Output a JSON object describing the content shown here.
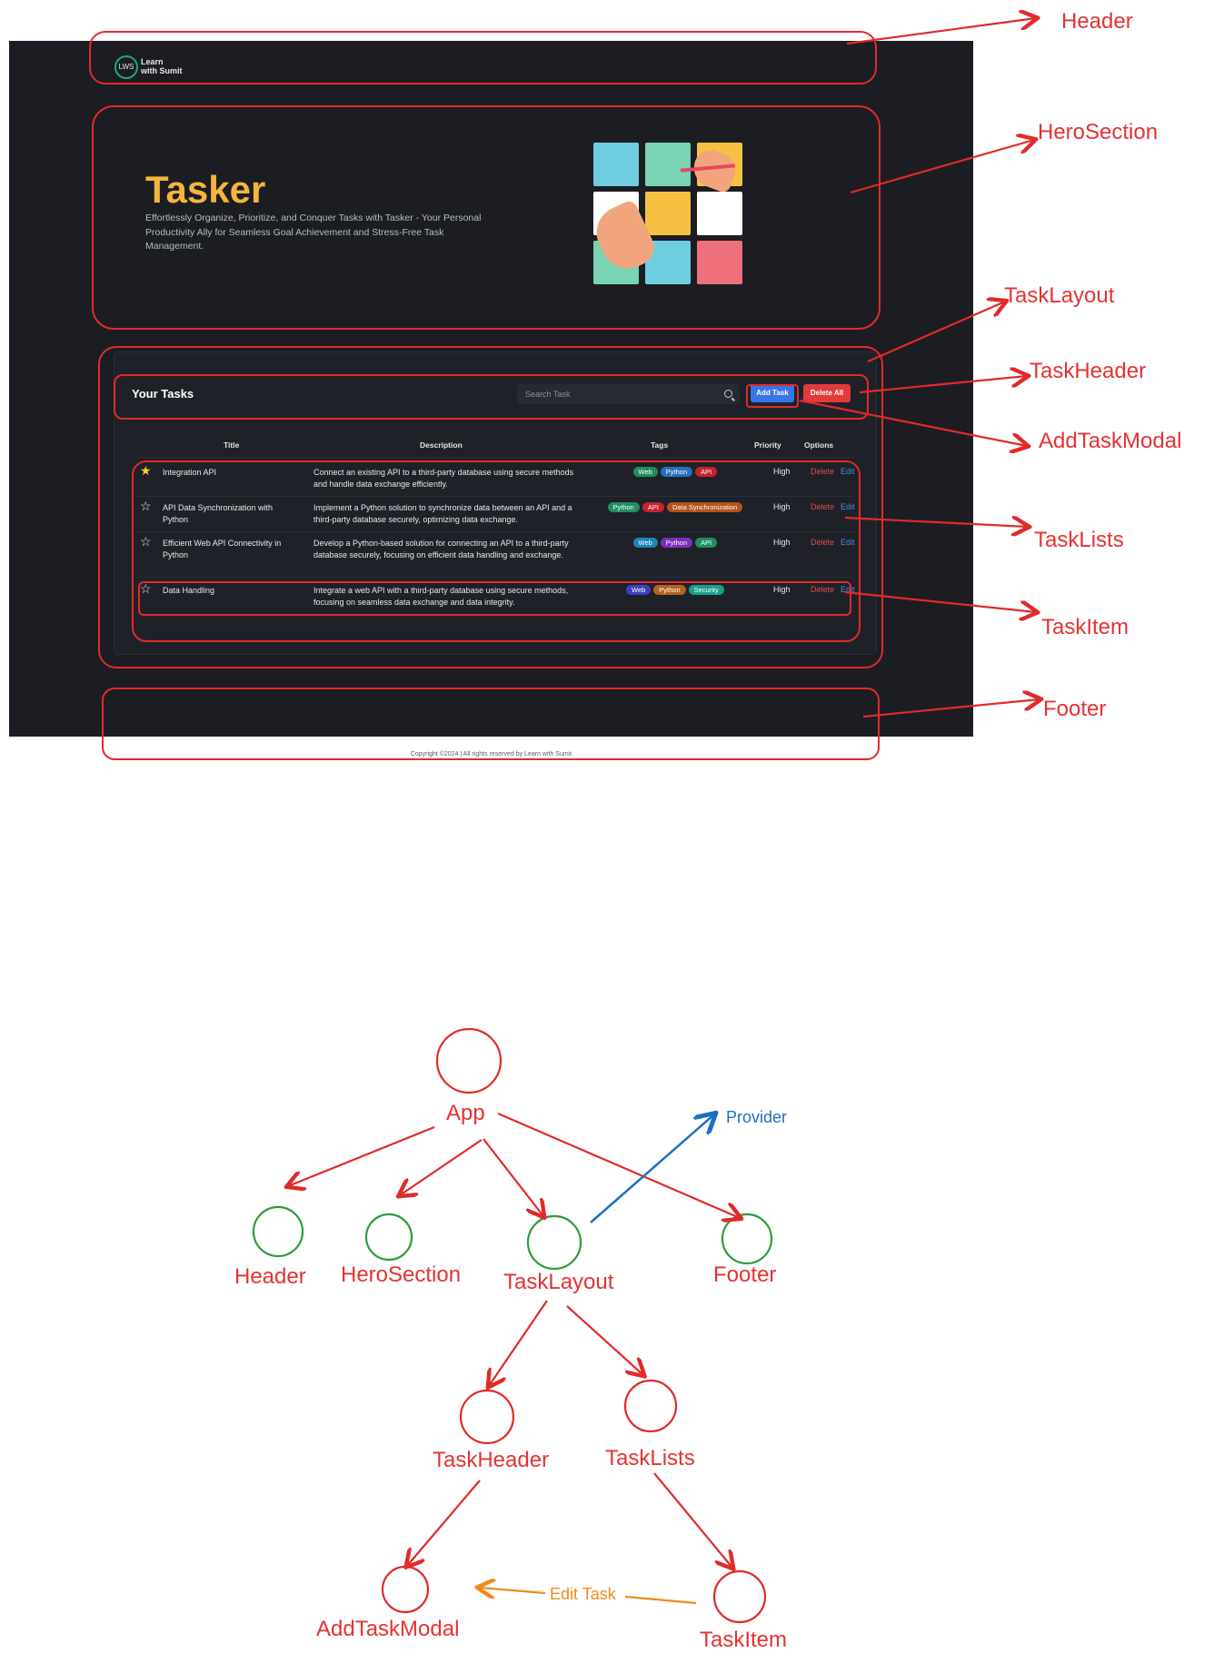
{
  "app": {
    "logo_text": "Learn\nwith Sumit",
    "hero": {
      "title": "Tasker",
      "subtitle": "Effortlessly Organize, Prioritize, and Conquer Tasks with Tasker - Your Personal Productivity Ally for Seamless Goal Achievement and Stress-Free Task Management."
    },
    "tasks": {
      "heading": "Your Tasks",
      "search_placeholder": "Search Task",
      "add_label": "Add Task",
      "delete_all_label": "Delete All",
      "columns": [
        "Title",
        "Description",
        "Tags",
        "Priority",
        "Options"
      ],
      "rows": [
        {
          "title": "Integration API",
          "description": "Connect an existing API to a third-party database using secure methods and handle data exchange efficiently.",
          "tags": [
            {
              "name": "Web",
              "color": "#1f8f5e"
            },
            {
              "name": "Python",
              "color": "#2a6fbd"
            },
            {
              "name": "API",
              "color": "#c4242c"
            }
          ],
          "priority": "High",
          "starred": true
        },
        {
          "title": "API Data Synchronization with Python",
          "description": "Implement a Python solution to synchronize data between an API and a third-party database securely, optimizing data exchange.",
          "tags": [
            {
              "name": "Python",
              "color": "#1f8f5e"
            },
            {
              "name": "API",
              "color": "#c4242c"
            },
            {
              "name": "Data Synchronization",
              "color": "#b5541b"
            }
          ],
          "priority": "High",
          "starred": false
        },
        {
          "title": "Efficient Web API Connectivity in Python",
          "description": "Develop a Python-based solution for connecting an API to a third-party database securely, focusing on efficient data handling and exchange.",
          "tags": [
            {
              "name": "Web",
              "color": "#1d85b5"
            },
            {
              "name": "Python",
              "color": "#7a2fbf"
            },
            {
              "name": "API",
              "color": "#1f8f5e"
            }
          ],
          "priority": "High",
          "starred": false
        },
        {
          "title": "Data Handling",
          "description": "Integrate a web API with a third-party database using secure methods, focusing on seamless data exchange and data integrity.",
          "tags": [
            {
              "name": "Web",
              "color": "#3b3fc4"
            },
            {
              "name": "Python",
              "color": "#b3641b"
            },
            {
              "name": "Security",
              "color": "#17a08d"
            }
          ],
          "priority": "High",
          "starred": false
        }
      ],
      "delete_label": "Delete",
      "edit_label": "Edit"
    },
    "footer": "Copyright ©2024 | All rights reserved by Learn with Sumit"
  },
  "annotations": {
    "header": "Header",
    "hero": "HeroSection",
    "task_layout": "TaskLayout",
    "task_header": "TaskHeader",
    "add_task_modal": "AddTaskModal",
    "task_lists": "TaskLists",
    "task_item": "TaskItem",
    "footer": "Footer"
  },
  "tree": {
    "app": "App",
    "header": "Header",
    "hero": "HeroSection",
    "task_layout": "TaskLayout",
    "footer": "Footer",
    "provider": "Provider",
    "task_header": "TaskHeader",
    "task_lists": "TaskLists",
    "add_task_modal": "AddTaskModal",
    "task_item": "TaskItem",
    "edit_task": "Edit Task"
  },
  "colors": {
    "annotation": "#e12a2a",
    "tree_node": "#2e9b3c",
    "provider": "#1f6fc0",
    "edit_task": "#f08a1c",
    "accent": "#f5b53b"
  }
}
